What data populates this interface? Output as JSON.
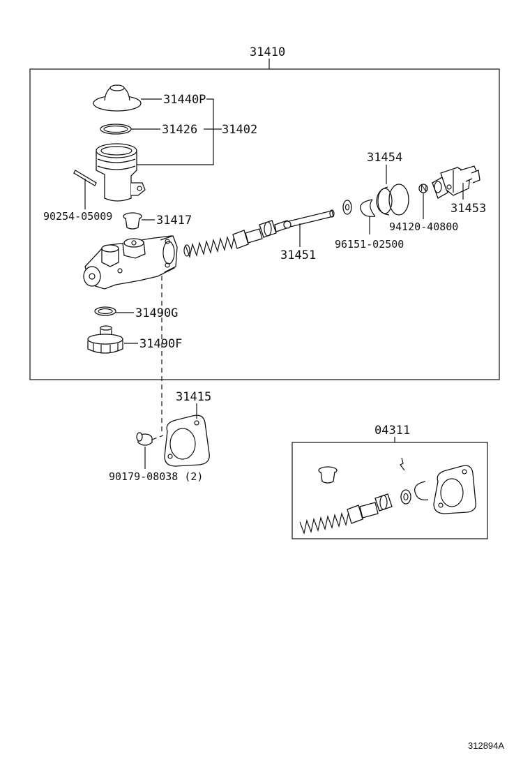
{
  "assembly_label": "31410",
  "kit_label": "04311",
  "image_id": "312894A",
  "parts": {
    "p31440P": "31440P",
    "p31426": "31426",
    "p31402": "31402",
    "p90254": "90254-05009",
    "p31417": "31417",
    "p31490G": "31490G",
    "p31490F": "31490F",
    "p31451": "31451",
    "p31454": "31454",
    "p96151": "96151-02500",
    "p94120": "94120-40800",
    "p31453": "31453",
    "p31415": "31415",
    "p90179": "90179-08038 (2)"
  },
  "icons": [
    "reservoir-cap-icon",
    "diaphragm-ring-icon",
    "reservoir-icon",
    "pin-icon",
    "grommet-icon",
    "cylinder-body-icon",
    "o-ring-icon",
    "union-nut-icon",
    "spring-icon",
    "piston-rod-icon",
    "washer-icon",
    "snap-ring-icon",
    "boot-icon",
    "push-rod-clevis-icon",
    "nut-icon",
    "gasket-icon",
    "kit-grommet-icon",
    "kit-clip-icon",
    "kit-piston-icon",
    "kit-washer-icon",
    "kit-snap-ring-icon",
    "kit-gasket-icon"
  ]
}
